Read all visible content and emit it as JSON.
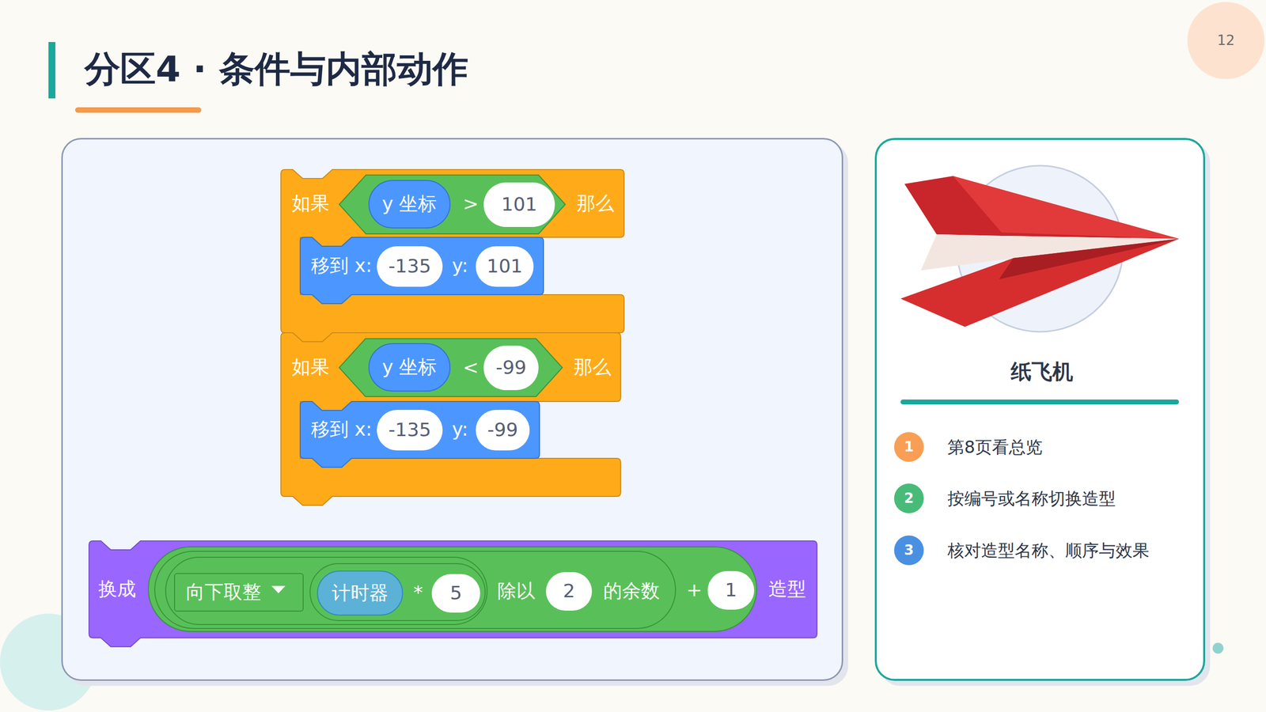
{
  "diagram": {
    "title": "分区4 · 条件与内部动作",
    "nodes": [
      {
        "text": [
          "如果",
          "那么"
        ]
      },
      {
        "text": [
          ">"
        ],
        "in": 0
      },
      {
        "text": [
          "y 坐标"
        ],
        "in": 1
      },
      {
        "text": [
          "101"
        ],
        "in": 1
      },
      {
        "text": [
          "移到 x:",
          "y:"
        ],
        "in": 0
      },
      {
        "text": [
          "-135"
        ],
        "in": 4
      },
      {
        "text": [
          "101"
        ],
        "in": 4
      },
      {
        "text": [
          "如果",
          "那么"
        ]
      },
      {
        "text": [
          "<"
        ],
        "in": 7
      },
      {
        "text": [
          "y 坐标"
        ],
        "in": 8
      },
      {
        "text": [
          "-99"
        ],
        "in": 8
      },
      {
        "text": [
          "移到 x:",
          "y:"
        ],
        "in": 7
      },
      {
        "text": [
          "-135"
        ],
        "in": 11
      },
      {
        "text": [
          "-99"
        ],
        "in": 11
      },
      {
        "text": [
          "换成",
          "造型"
        ]
      },
      {
        "text": [
          "+"
        ],
        "in": 14
      },
      {
        "text": [
          "除以",
          "的余数"
        ],
        "in": 15
      },
      {
        "text": [
          "向下取整"
        ],
        "in": 16
      },
      {
        "text": [
          "*"
        ],
        "in": 17
      },
      {
        "text": [
          "计时器"
        ],
        "in": 18
      },
      {
        "text": [
          "5"
        ],
        "in": 18
      },
      {
        "text": [
          "2"
        ],
        "in": 16
      },
      {
        "text": [
          "1"
        ],
        "in": 15
      },
      {
        "text": [
          "纸飞机",
          "第8页看总览",
          "按编号或名称切换造型",
          "核对造型名称、顺序与效果"
        ]
      },
      {
        "text": [
          "1"
        ],
        "in": 23
      },
      {
        "text": [
          "2"
        ],
        "in": 23
      },
      {
        "text": [
          "3"
        ],
        "in": 23
      },
      {
        "text": [
          "12"
        ]
      }
    ]
  }
}
